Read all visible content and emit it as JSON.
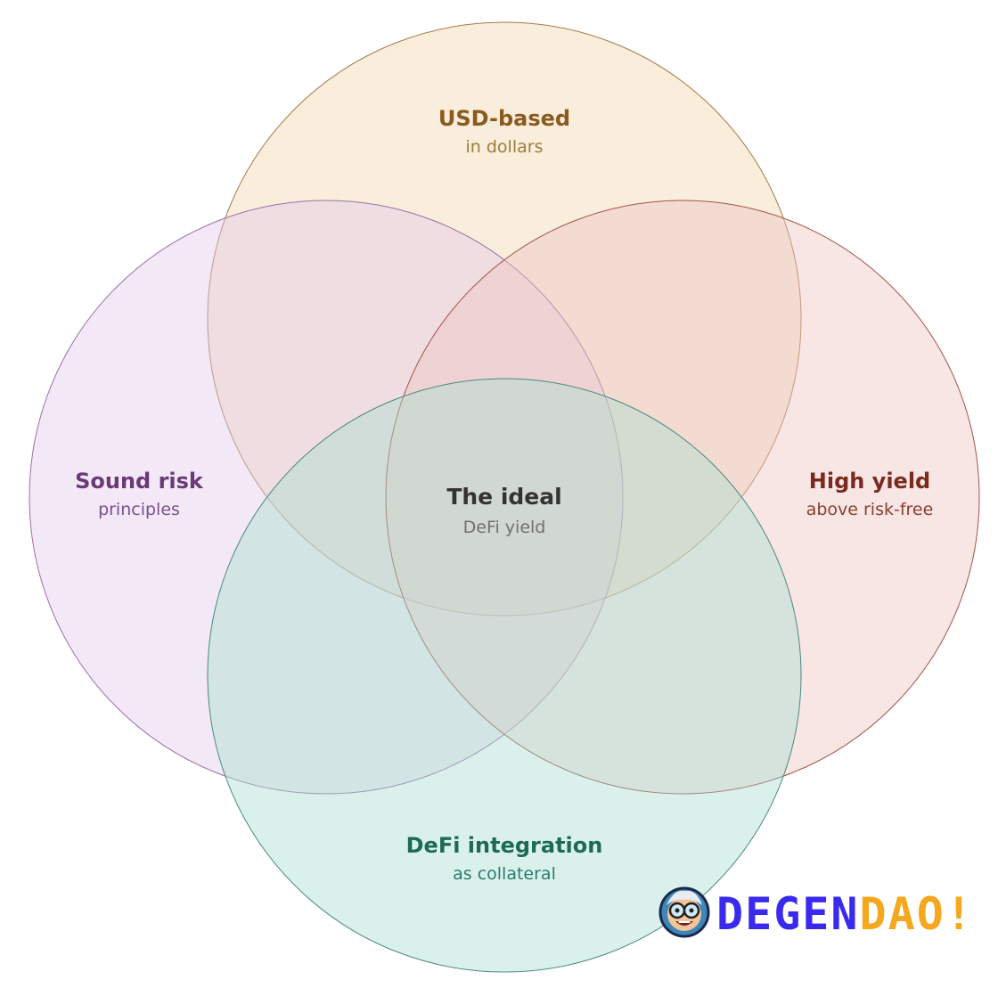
{
  "diagram": {
    "center": {
      "title": "The ideal",
      "subtitle": "DeFi yield",
      "title_color": "#333333",
      "subtitle_color": "#707070"
    },
    "sets": [
      {
        "id": "usd",
        "title": "USD-based",
        "subtitle": "in dollars",
        "fill": "#f0d4ab",
        "stroke": "#a67a4a",
        "title_color": "#8a5a1e",
        "subtitle_color": "#a07a3a"
      },
      {
        "id": "risk",
        "title": "Sound risk",
        "subtitle": "principles",
        "fill": "#e2c8e8",
        "stroke": "#9a70a8",
        "title_color": "#6a3a78",
        "subtitle_color": "#7a5090"
      },
      {
        "id": "yield",
        "title": "High yield",
        "subtitle": "above risk-free",
        "fill": "#eec4c0",
        "stroke": "#a0554a",
        "title_color": "#7a2a1e",
        "subtitle_color": "#8a4030"
      },
      {
        "id": "defi",
        "title": "DeFi integration",
        "subtitle": "as collateral",
        "fill": "#a8ddd0",
        "stroke": "#4a8a80",
        "title_color": "#1e6a58",
        "subtitle_color": "#2a7a70"
      }
    ]
  },
  "logo": {
    "part1": "DEGEN",
    "part2": "DAO!",
    "part1_color": "#3a2aee",
    "part2_color": "#f5a81e",
    "icon": "scientist-mascot-icon"
  }
}
